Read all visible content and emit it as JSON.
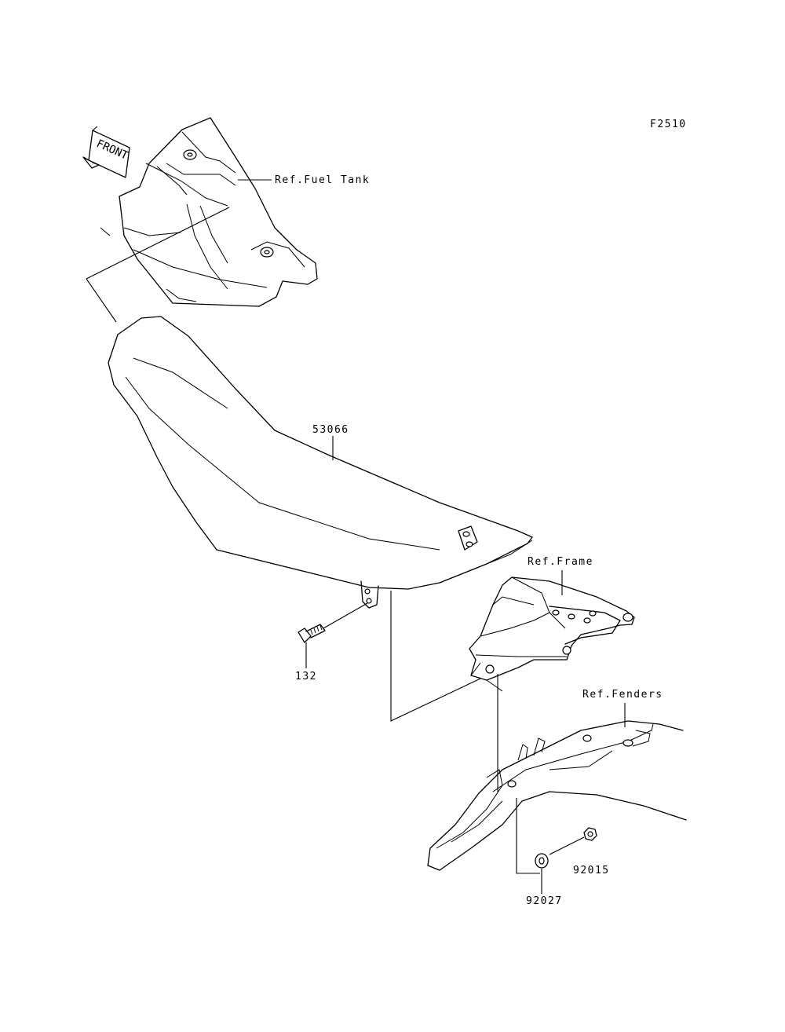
{
  "diagram": {
    "code": "F2510",
    "front_arrow_label": "FRONT",
    "refs": {
      "fuel_tank": "Ref.Fuel Tank",
      "frame": "Ref.Frame",
      "fenders": "Ref.Fenders"
    },
    "parts": {
      "seat": "53066",
      "bolt": "132",
      "nut": "92015",
      "washer": "92027"
    }
  }
}
